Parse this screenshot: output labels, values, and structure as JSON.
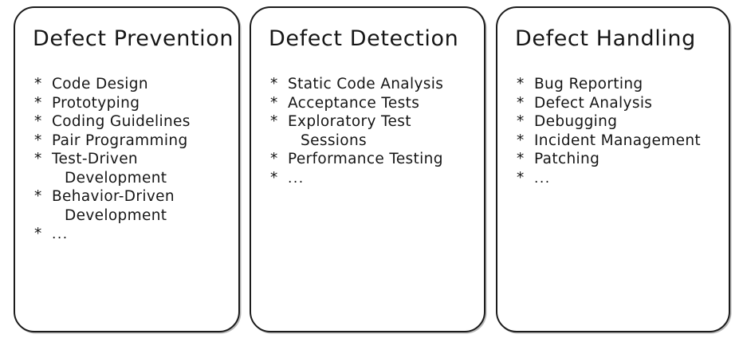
{
  "diagram": {
    "background_color": "#ffffff",
    "border_color": "#1b1b1b",
    "text_color": "#161616",
    "bullet_marker": "*",
    "cards": [
      {
        "title": "Defect Prevention",
        "items": [
          {
            "lines": [
              "Code Design"
            ]
          },
          {
            "lines": [
              "Prototyping"
            ]
          },
          {
            "lines": [
              "Coding Guidelines"
            ]
          },
          {
            "lines": [
              "Pair Programming"
            ]
          },
          {
            "lines": [
              "Test-Driven",
              "Development"
            ]
          },
          {
            "lines": [
              "Behavior-Driven",
              "Development"
            ]
          },
          {
            "lines": [
              "..."
            ]
          }
        ]
      },
      {
        "title": "Defect Detection",
        "items": [
          {
            "lines": [
              "Static Code Analysis"
            ]
          },
          {
            "lines": [
              "Acceptance Tests"
            ]
          },
          {
            "lines": [
              "Exploratory Test",
              "Sessions"
            ]
          },
          {
            "lines": [
              "Performance Testing"
            ]
          },
          {
            "lines": [
              "..."
            ]
          }
        ]
      },
      {
        "title": "Defect Handling",
        "items": [
          {
            "lines": [
              "Bug Reporting"
            ]
          },
          {
            "lines": [
              "Defect Analysis"
            ]
          },
          {
            "lines": [
              "Debugging"
            ]
          },
          {
            "lines": [
              "Incident Management"
            ]
          },
          {
            "lines": [
              "Patching"
            ]
          },
          {
            "lines": [
              "..."
            ]
          }
        ]
      }
    ]
  }
}
